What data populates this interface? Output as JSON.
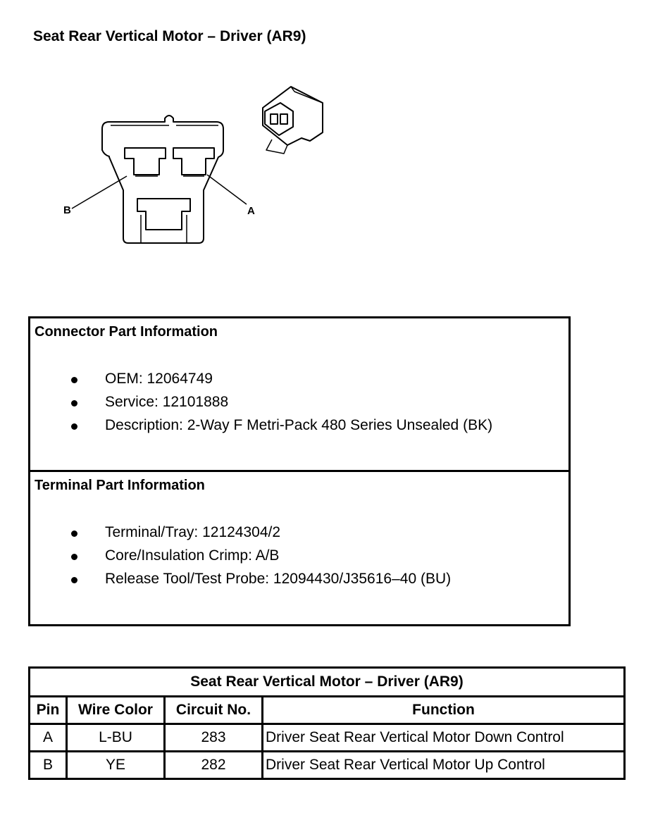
{
  "page": {
    "title": "Seat Rear Vertical Motor – Driver (AR9)"
  },
  "diagram": {
    "pin_labels": [
      "B",
      "A"
    ]
  },
  "connector_info": {
    "heading": "Connector Part Information",
    "items": [
      "OEM: 12064749",
      "Service: 12101888",
      "Description: 2-Way F Metri-Pack 480 Series Unsealed (BK)"
    ]
  },
  "terminal_info": {
    "heading": "Terminal Part Information",
    "items": [
      "Terminal/Tray: 12124304/2",
      "Core/Insulation Crimp: A/B",
      "Release Tool/Test Probe: 12094430/J35616–40 (BU)"
    ]
  },
  "pin_table": {
    "title": "Seat Rear Vertical Motor – Driver (AR9)",
    "headers": [
      "Pin",
      "Wire Color",
      "Circuit No.",
      "Function"
    ],
    "rows": [
      [
        "A",
        "L-BU",
        "283",
        "Driver Seat Rear Vertical Motor Down Control"
      ],
      [
        "B",
        "YE",
        "282",
        "Driver Seat Rear Vertical Motor Up Control"
      ]
    ]
  }
}
